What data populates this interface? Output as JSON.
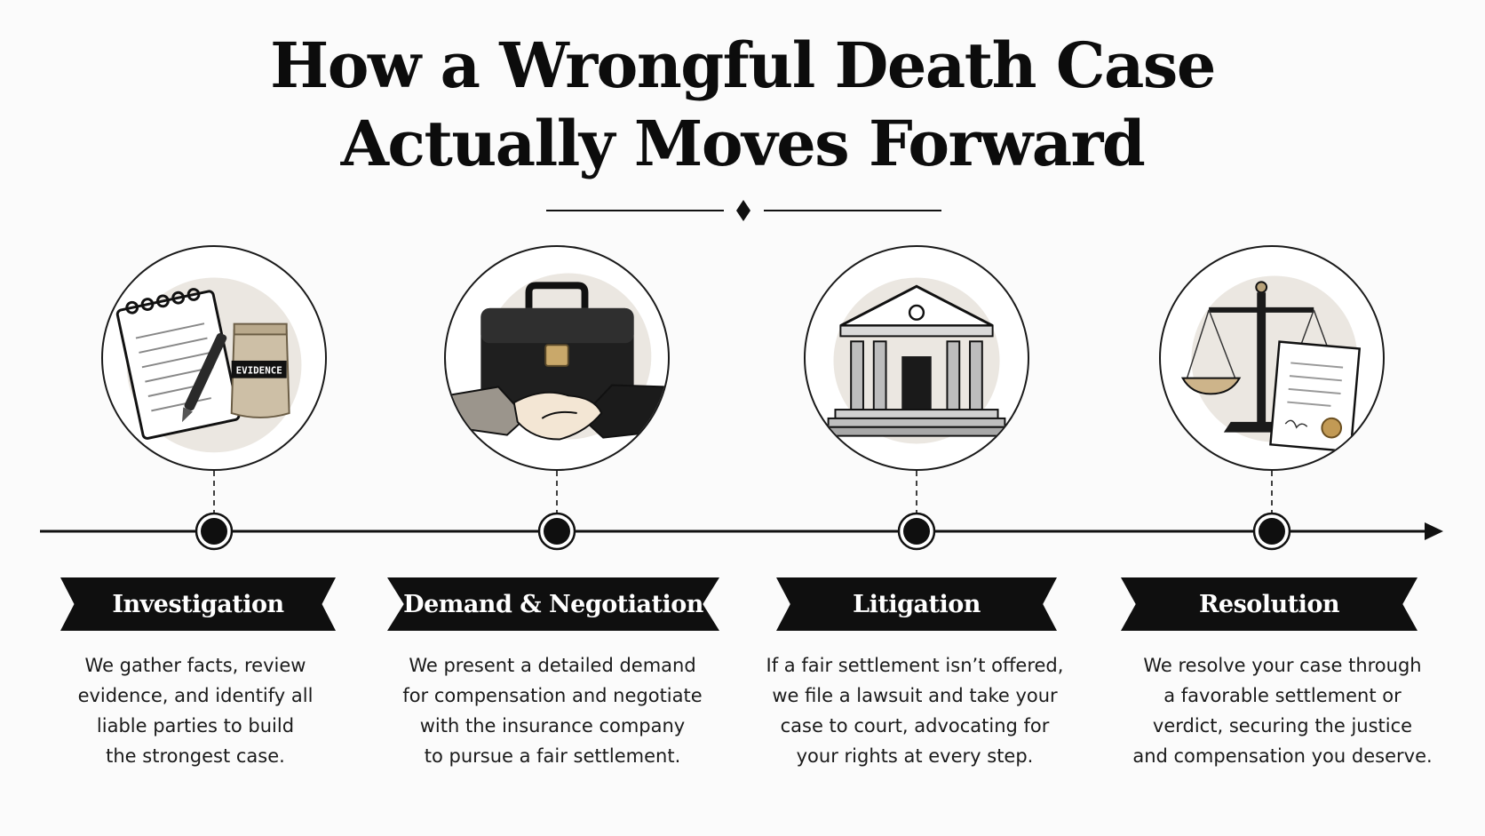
{
  "title": {
    "line1": "How a Wrongful Death Case",
    "line2": "Actually Moves Forward"
  },
  "steps": [
    {
      "name": "Investigation",
      "icon": "notepad-evidence-icon",
      "evidence_label": "EVIDENCE",
      "description": [
        "We gather facts, review",
        "evidence, and identify all",
        "liable parties to build",
        "the strongest case."
      ]
    },
    {
      "name": "Demand & Negotiation",
      "icon": "briefcase-handshake-icon",
      "description": [
        "We present a detailed demand",
        "for compensation and negotiate",
        "with the insurance company",
        "to pursue a fair settlement."
      ]
    },
    {
      "name": "Litigation",
      "icon": "courthouse-icon",
      "description": [
        "If a fair settlement isn’t offered,",
        "we file a lawsuit and take your",
        "case to court, advocating for",
        "your rights at every step."
      ]
    },
    {
      "name": "Resolution",
      "icon": "scales-of-justice-icon",
      "description": [
        "We resolve your case through",
        "a favorable settlement or",
        "verdict, securing the justice",
        "and compensation you deserve."
      ]
    }
  ],
  "colors": {
    "ink": "#0f0f0f",
    "paper": "#fbfbfb",
    "accent": "#b8a27a"
  }
}
